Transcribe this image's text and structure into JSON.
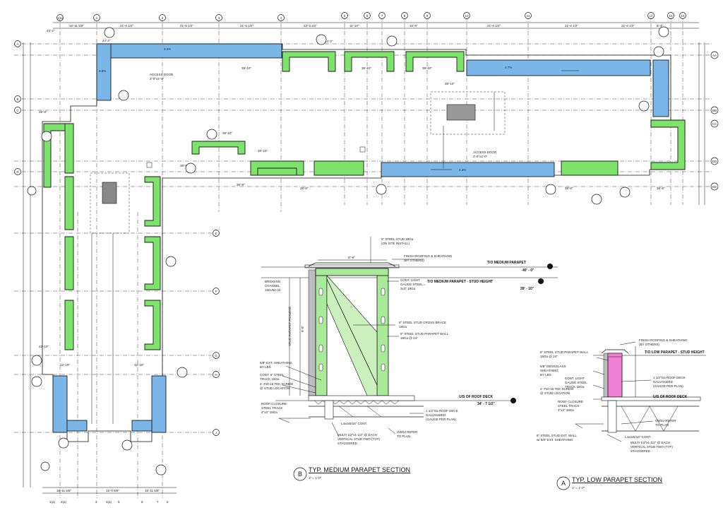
{
  "roof_plan": {
    "top_grid_labels": [
      "1(a)",
      "1",
      "2",
      "3",
      "4",
      "5",
      "6",
      "7",
      "8",
      "9",
      "10",
      "11",
      "12",
      "13",
      "14"
    ],
    "left_grid_labels": [
      "A",
      "B",
      "C",
      "D"
    ],
    "right_grid_labels": [
      "AA",
      "BB",
      "CC",
      "DD",
      "EE"
    ],
    "bottom_grid_labels": [
      "1(a)",
      "2(a)",
      "3",
      "4(a)",
      "5",
      "6",
      "7",
      "8"
    ],
    "side_grid_labels": [
      "E",
      "F",
      "G",
      "H",
      "J"
    ],
    "parapet_tags": [
      "39'-10\"",
      "39'-10\"",
      "39'-10\"",
      "39'-10\"",
      "39'-10\"",
      "39'-10\"",
      "38'-8\"",
      "38'-8\"",
      "38'-8\"",
      "38'-8\"",
      "38'-8\"",
      "38'-8\"",
      "44'-2\"",
      "44'-2\"",
      "44'-2\"",
      "42'-10\"",
      "42'-10\"",
      "42'-10\""
    ],
    "slope_labels": [
      "3.4%",
      "4.7%",
      "2.3%",
      "3.8%"
    ],
    "access_door_top": {
      "line1": "ACCESS DOOR",
      "line2": "3'-0\"x4'-0\""
    },
    "access_door_mid": {
      "line1": "ACCESS DOOR",
      "line2": "3'-0\"x4'-0\""
    }
  },
  "medium_section": {
    "top_note_1": "6\" STEEL STUD 18Ga",
    "top_note_2": "(ON SITE INSTALL)",
    "dim_top": "8\"-8\"",
    "finish_note_1": "FINISH ROOFING & SHEATHING",
    "finish_note_2": "(BY OTHERS)",
    "cont_light_1": "CONT. LIGHT",
    "cont_light_2": "GAUGE STEEL =",
    "cont_light_3": "3x3\" 18Ga",
    "to_medium_label": "T/O MEDIUM PARAPET",
    "to_medium_elev": "40' - 0\"",
    "stud_height_label": "T/O MEDIUM PARAPET - STUD HEIGHT",
    "stud_height_elev": "39' - 10\"",
    "bridging_1": "BRIDGING",
    "bridging_2": "CHANNEL",
    "bridging_3": "150U50-43",
    "stud_note": "STUD PARAPET FRAMING",
    "dim_side": "8'-0\"",
    "cross_brace_1": "6\" STEEL STUD CROSS BRACE",
    "cross_brace_2": "18Ga",
    "parapet_wall_1": "6\" STEEL STUD PARAPET WALL",
    "parapet_wall_2": "18Ga @ 24\"",
    "sheathing_1": "5/8\" EXT. SHEATHING",
    "sheathing_2": "BY LBS",
    "cont_track_1": "CONT. 6\" STEEL",
    "cont_track_2": "TRACK 18Ga",
    "screw_1": "2- #10-16 TEK SCREW",
    "screw_2": "@ STUD LOCATION",
    "roof_deck_label": "U/S OF ROOF DECK",
    "roof_deck_elev": "34' - 7 1/2\"",
    "closure_1": "ROOF CLOSURE",
    "closure_2": "STEEL TRACK",
    "closure_3": "4\"x3\" 18Ga",
    "deck_note_1": "1 1/2\"Ga ROOF DECK",
    "deck_note_2": "GALVANIZED",
    "deck_note_3": "(GAUGE PER PLAN)",
    "angle_note": "L4x4x5/16\" CONT.",
    "owsj_1": "OWSJ REFER",
    "owsj_2": "TO PLAN",
    "multi_1": "MULTI 1/2\"x1-1/2\" @ EACH",
    "multi_2": "VERTICAL STUD TWO (TYP)",
    "multi_3": "STAGGERED",
    "bubble": "B",
    "title": "TYP. MEDIUM PARAPET SECTION",
    "scale": "1\" = 1'-0\""
  },
  "low_section": {
    "finish_1": "FINISH ROOFING & SHEATHING",
    "finish_2": "(BY OTHERS)",
    "stud_height_label": "T/O LOW PARAPET - STUD HEIGHT",
    "wall_1": "6\" STEEL STUD PARAPET WALL",
    "wall_2": "18Ga @ 24\"",
    "dens_1": "5/8\" DENSGLASS",
    "dens_2": "SHEATHING",
    "dens_3": "BY LBS",
    "cont_1": "CONT. LIGHT",
    "cont_2": "GAUGE STEEL",
    "cont_3": "TRACK 18Ga",
    "screw_1": "2- #10-16 TEK SCREW",
    "screw_2": "@ STUD LOCATION",
    "deck_1": "1 1/2\"Ga ROOF DECK",
    "deck_2": "GALVANIZED",
    "deck_3": "(GAUGE PER PLAN)",
    "roof_deck_label": "U/S OF ROOF DECK",
    "closure_1": "ROOF CLOSURE",
    "closure_2": "STEEL TRACK",
    "closure_3": "4\"x3\" 18Ga",
    "owsj_1": "OWSJ REFER",
    "owsj_2": "TO PLAN",
    "ext_1": "6\" STEEL STUD EXT. WALL",
    "ext_2": "w/ 5/8\" EXT. SHEATHING",
    "angle_note": "L4x4x5/16\" CONT.",
    "multi_1": "MULTI 1/2\"x1-1/2\" @ EACH",
    "multi_2": "VERTICAL STUD TWO (TYP)",
    "multi_3": "STAGGERED",
    "bubble": "A",
    "title": "TYP. LOW PARAPET SECTION",
    "scale": "1\" = 1'-0\""
  }
}
